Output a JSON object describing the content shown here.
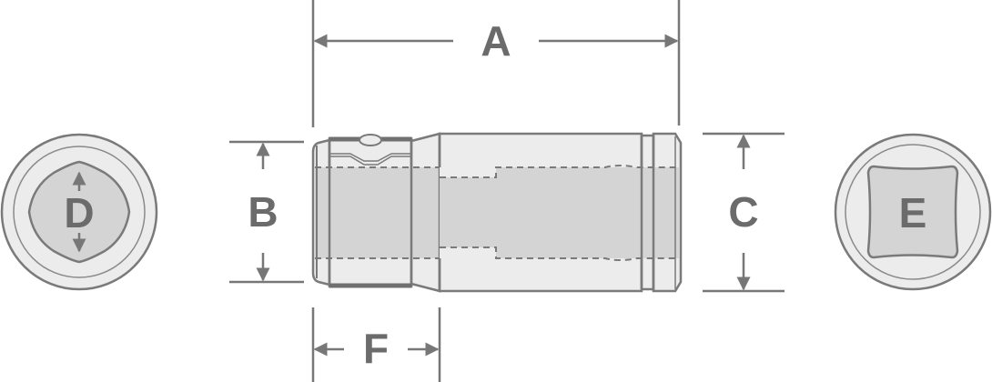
{
  "labels": {
    "A": "A",
    "B": "B",
    "C": "C",
    "D": "D",
    "E": "E",
    "F": "F"
  },
  "colors": {
    "stroke": "#7a7a7a",
    "body": "#ececec",
    "inner": "#d4d4d4",
    "text": "#6b6b6b"
  }
}
